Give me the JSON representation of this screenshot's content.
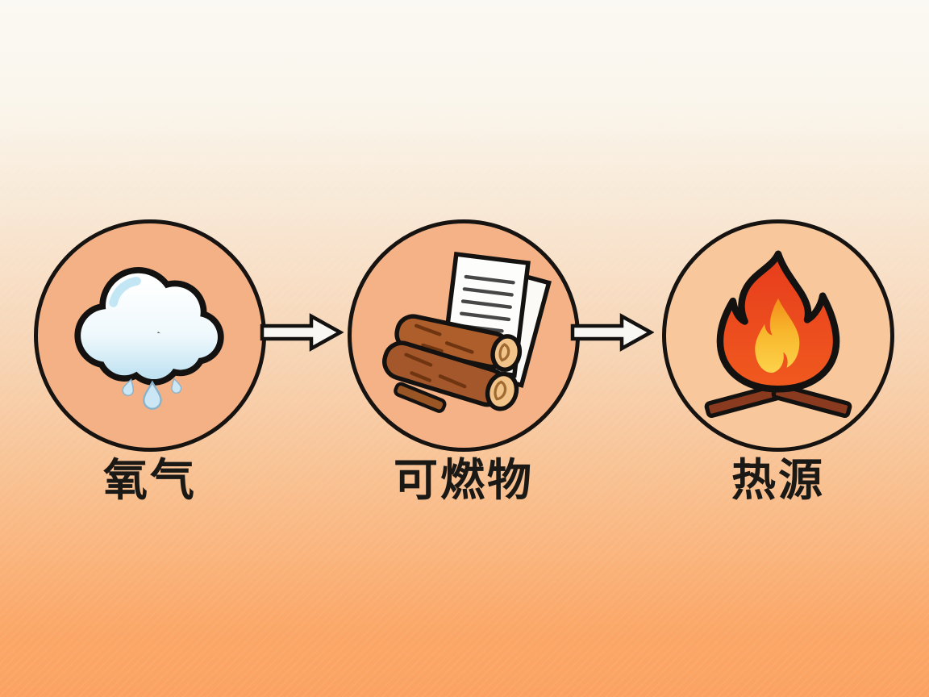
{
  "page": {
    "background_top_color": "#fbf9f3",
    "background_bottom_color": "#fba262"
  },
  "diagram": {
    "type": "flow",
    "direction": "left-to-right",
    "nodes": [
      {
        "id": "oxygen",
        "label": "氧气",
        "icon": "rain-cloud-icon",
        "circle_fill": "#f5b186",
        "circle_border": "#161311"
      },
      {
        "id": "fuel",
        "label": "可燃物",
        "icon": "firewood-paper-icon",
        "circle_fill": "#f5b287",
        "circle_border": "#161311"
      },
      {
        "id": "heat",
        "label": "热源",
        "icon": "campfire-flame-icon",
        "circle_fill": "#f8c79b",
        "circle_border": "#161311"
      }
    ],
    "connectors": [
      {
        "from": "oxygen",
        "to": "fuel",
        "type": "arrow-right",
        "fill": "#f8f7f3",
        "stroke": "#141210"
      },
      {
        "from": "fuel",
        "to": "heat",
        "type": "arrow-right",
        "fill": "#f8f7f3",
        "stroke": "#141210"
      }
    ],
    "icon_colors": {
      "cloud_fill": "#ffffff",
      "cloud_shade": "#bfe2f2",
      "rain_drop": "#cbe7f5",
      "log_body": "#a95b28",
      "log_end": "#f3c489",
      "paper": "#fbfbf8",
      "flame_outer": "#ea4720",
      "flame_inner_top": "#f29a18",
      "flame_inner_bottom": "#fcd24a",
      "fire_log": "#8a3a1e"
    }
  }
}
